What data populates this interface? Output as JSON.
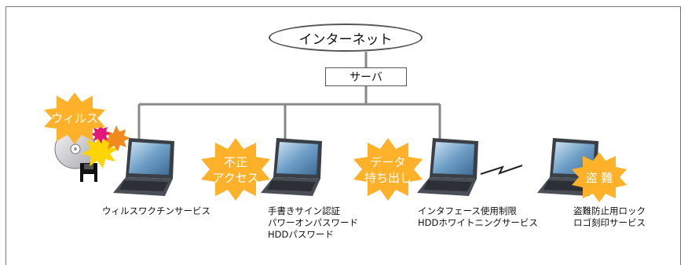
{
  "diagram": {
    "internet_label": "インターネット",
    "server_label": "サーバ",
    "threats": {
      "virus": "ウィルス",
      "unauthorized_line1": "不正",
      "unauthorized_line2": "アクセス",
      "leak_line1": "データ",
      "leak_line2": "持ち出し",
      "theft": "盗 難"
    },
    "services": {
      "virus": [
        "ウィルスワクチンサービス"
      ],
      "access": [
        "手書きサイン認証",
        "パワーオンパスワード",
        "HDDパスワード"
      ],
      "leak": [
        "インタフェース使用制限",
        "HDDホワイトニングサービス"
      ],
      "theft": [
        "盗難防止用ロック",
        "ロゴ刻印サービス"
      ]
    }
  }
}
